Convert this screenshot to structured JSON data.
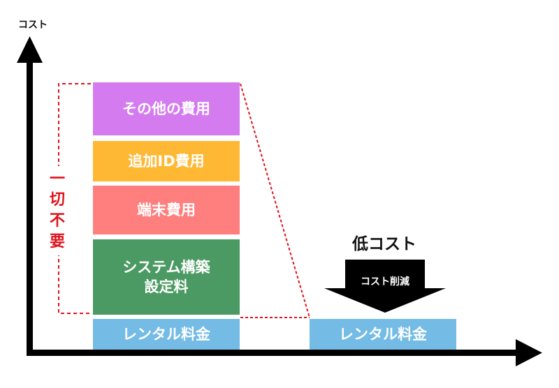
{
  "axis": {
    "y_label": "コスト"
  },
  "bracket": {
    "chars": [
      "一",
      "切",
      "不",
      "要"
    ]
  },
  "left_stack": [
    {
      "label": "その他の費用",
      "color": "#d47cef"
    },
    {
      "label": "追加ID費用",
      "color": "#ffb833"
    },
    {
      "label": "端末費用",
      "color": "#ff7e7e"
    },
    {
      "label": "システム構築設定料",
      "line1": "システム構築",
      "line2": "設定料",
      "color": "#4c9a63"
    },
    {
      "label": "レンタル料金",
      "color": "#74bbe6"
    }
  ],
  "right_block": {
    "label": "レンタル料金",
    "color": "#74bbe6"
  },
  "reduction": {
    "title": "低コスト",
    "arrow_label": "コスト削減"
  },
  "colors": {
    "axis": "#000000",
    "dashed": "#e0121b",
    "background": "#ffffff"
  }
}
